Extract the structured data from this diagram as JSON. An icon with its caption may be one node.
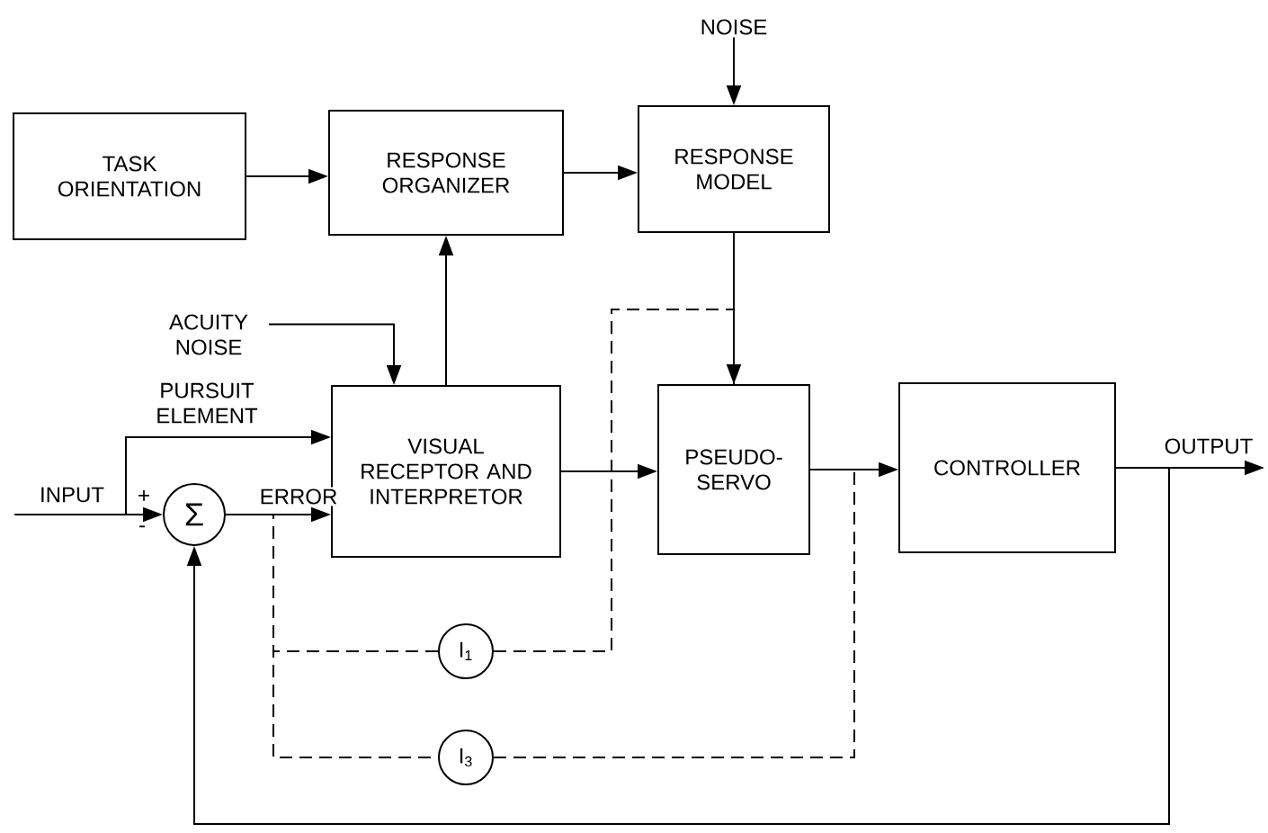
{
  "diagram": {
    "nodes": [
      {
        "text": [
          "TASK ORIENTATION"
        ]
      },
      {
        "text": [
          "RESPONSE ORGANIZER"
        ]
      },
      {
        "text": [
          "RESPONSE MODEL"
        ]
      },
      {
        "text": [
          "NOISE"
        ]
      },
      {
        "text": [
          "ACUITY NOISE"
        ]
      },
      {
        "text": [
          "VISUAL RECEPTOR AND INTERPRETOR"
        ]
      },
      {
        "text": [
          "PSEUDO- SERVO"
        ]
      },
      {
        "text": [
          "CONTROLLER"
        ]
      },
      {
        "text": [
          "Σ"
        ]
      },
      {
        "text": [
          "I$_{1}$"
        ]
      },
      {
        "text": [
          "I$_{3}$"
        ]
      }
    ],
    "edges": [
      {
        "from": 0,
        "to": 1,
        "arrow": "to"
      },
      {
        "from": 1,
        "to": 2,
        "arrow": "to"
      },
      {
        "from": 3,
        "to": 2,
        "arrow": "to"
      },
      {
        "from": 5,
        "to": 1,
        "arrow": "to"
      },
      {
        "from": 2,
        "to": 6,
        "arrow": "to"
      },
      {
        "from": 4,
        "to": 5,
        "arrow": "to"
      },
      {
        "from": null,
        "to": 8,
        "arrow": "to",
        "label": "INPUT"
      },
      {
        "from": null,
        "to": 5,
        "arrow": "to",
        "label": "PURSUIT ELEMENT"
      },
      {
        "from": 8,
        "to": 5,
        "arrow": "to",
        "label": "ERROR"
      },
      {
        "from": 5,
        "to": 6,
        "arrow": "to"
      },
      {
        "from": 6,
        "to": 7,
        "arrow": "to"
      },
      {
        "from": 7,
        "to": null,
        "arrow": "to",
        "label": "OUTPUT"
      },
      {
        "from": 7,
        "to": 8,
        "arrow": "to"
      },
      {
        "from": 8,
        "to": 9,
        "arrow": "none",
        "style": "dashed"
      },
      {
        "from": 9,
        "to": 6,
        "arrow": "none",
        "style": "dashed"
      },
      {
        "from": 8,
        "to": 10,
        "arrow": "none",
        "style": "dashed"
      },
      {
        "from": 10,
        "to": 6,
        "arrow": "none",
        "style": "dashed"
      }
    ],
    "labels": [
      "+",
      "-"
    ]
  }
}
